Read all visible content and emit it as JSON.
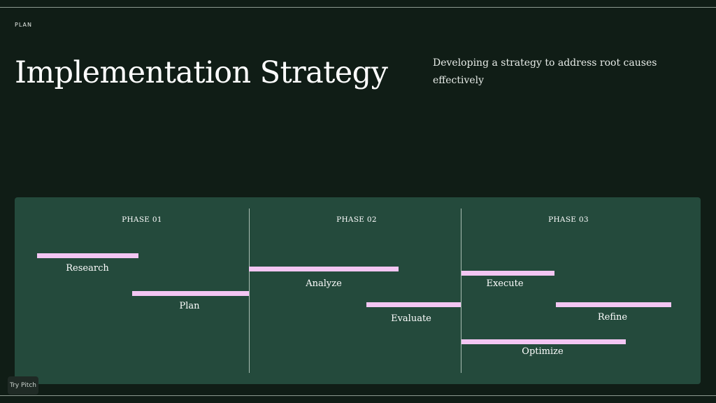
{
  "header": {
    "eyebrow": "PLAN",
    "title": "Implementation Strategy",
    "subtitle": "Developing a strategy to address root causes effectively"
  },
  "timeline": {
    "phases": [
      "PHASE 01",
      "PHASE 02",
      "PHASE 03"
    ],
    "tasks": [
      {
        "label": "Research",
        "phase": "PHASE 01"
      },
      {
        "label": "Plan",
        "phase": "PHASE 01"
      },
      {
        "label": "Analyze",
        "phase": "PHASE 02"
      },
      {
        "label": "Evaluate",
        "phase": "PHASE 02"
      },
      {
        "label": "Execute",
        "phase": "PHASE 03"
      },
      {
        "label": "Refine",
        "phase": "PHASE 03"
      },
      {
        "label": "Optimize",
        "phase": "PHASE 03"
      }
    ]
  },
  "colors": {
    "background": "#101d16",
    "panel": "#244a3c",
    "bar": "#f3c6f3"
  },
  "badge": {
    "label": "Try Pitch"
  }
}
